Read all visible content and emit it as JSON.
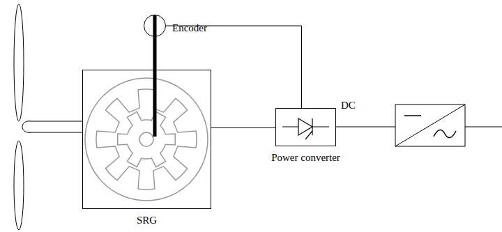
{
  "diagram": {
    "nodes": [
      {
        "text": [
          "SRG"
        ]
      },
      {
        "text": [
          "Encoder"
        ]
      },
      {
        "text": [
          "Power converter"
        ]
      }
    ],
    "edges": [
      {
        "from": 0,
        "to": 2,
        "arrow": "none"
      },
      {
        "from": 1,
        "to": 2,
        "arrow": "none"
      }
    ],
    "labels": [
      "DC"
    ]
  }
}
